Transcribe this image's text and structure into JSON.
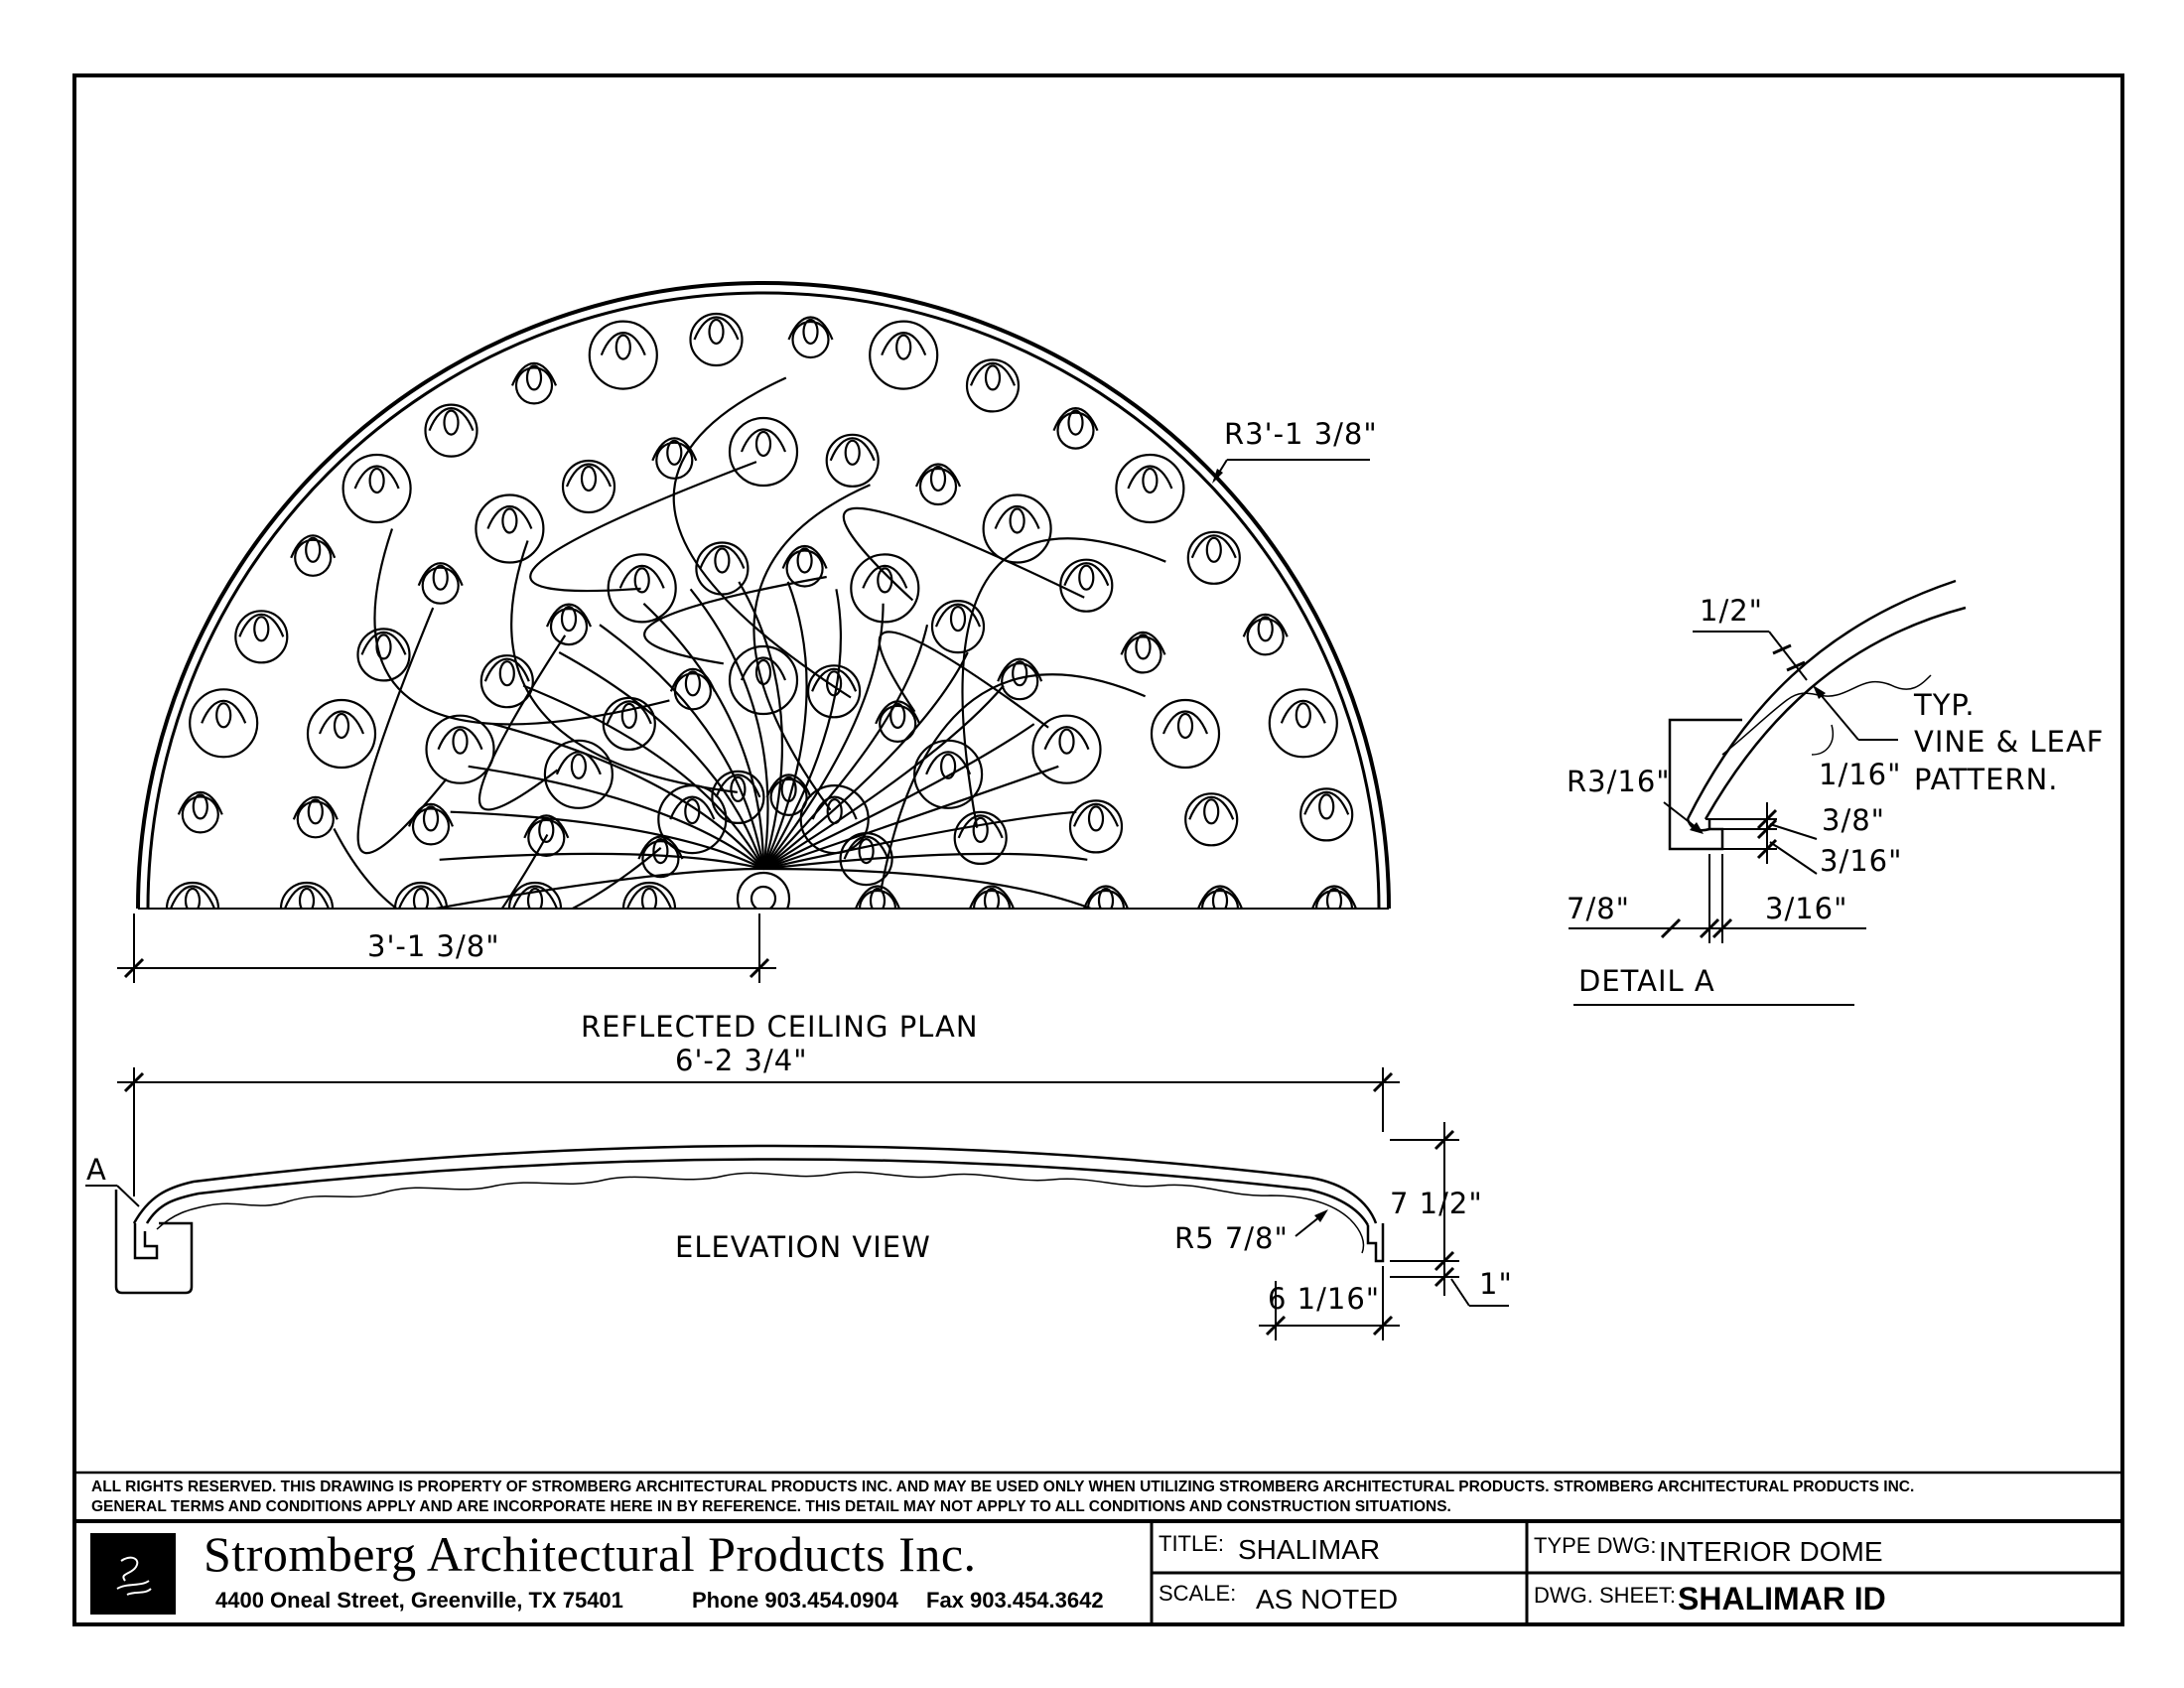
{
  "plan": {
    "view_title": "REFLECTED CEILING PLAN",
    "radius_label": "R3'-1 3/8\"",
    "half_width_label": "3'-1 3/8\"",
    "overall_width_label": "6'-2 3/4\""
  },
  "elevation": {
    "view_title": "ELEVATION VIEW",
    "section_marker": "A",
    "radius_label": "R5 7/8\"",
    "height_label": "7 1/2\"",
    "lip_label": "1\"",
    "edge_label": "6 1/16\""
  },
  "detail": {
    "title": "DETAIL A",
    "thickness_label": "1/2\"",
    "radius_label": "R3/16\"",
    "gap_label": "1/16\"",
    "step_label_1": "3/8\"",
    "step_label_2": "3/16\"",
    "base_label": "7/8\"",
    "base_offset_label": "3/16\"",
    "note_line_1": "TYP.",
    "note_line_2": "VINE & LEAF",
    "note_line_3": "PATTERN."
  },
  "legal": {
    "line_1": "ALL RIGHTS RESERVED. THIS DRAWING IS PROPERTY OF STROMBERG ARCHITECTURAL PRODUCTS INC. AND MAY BE USED ONLY WHEN UTILIZING STROMBERG ARCHITECTURAL PRODUCTS.  STROMBERG ARCHITECTURAL PRODUCTS INC.",
    "line_2": "GENERAL TERMS AND CONDITIONS APPLY AND ARE INCORPORATE HERE IN BY REFERENCE.  THIS DETAIL MAY NOT APPLY TO ALL CONDITIONS AND CONSTRUCTION SITUATIONS."
  },
  "title_block": {
    "company_name": "Stromberg Architectural Products Inc.",
    "address": "4400 Oneal Street, Greenville, TX  75401",
    "phone": "Phone 903.454.0904",
    "fax": "Fax 903.454.3642",
    "title_label": "TITLE:",
    "title_value": "SHALIMAR",
    "scale_label": "SCALE:",
    "scale_value": "AS NOTED",
    "type_label": "TYPE DWG:",
    "type_value": "INTERIOR DOME",
    "sheet_label": "DWG. SHEET:",
    "sheet_value": "SHALIMAR ID"
  }
}
